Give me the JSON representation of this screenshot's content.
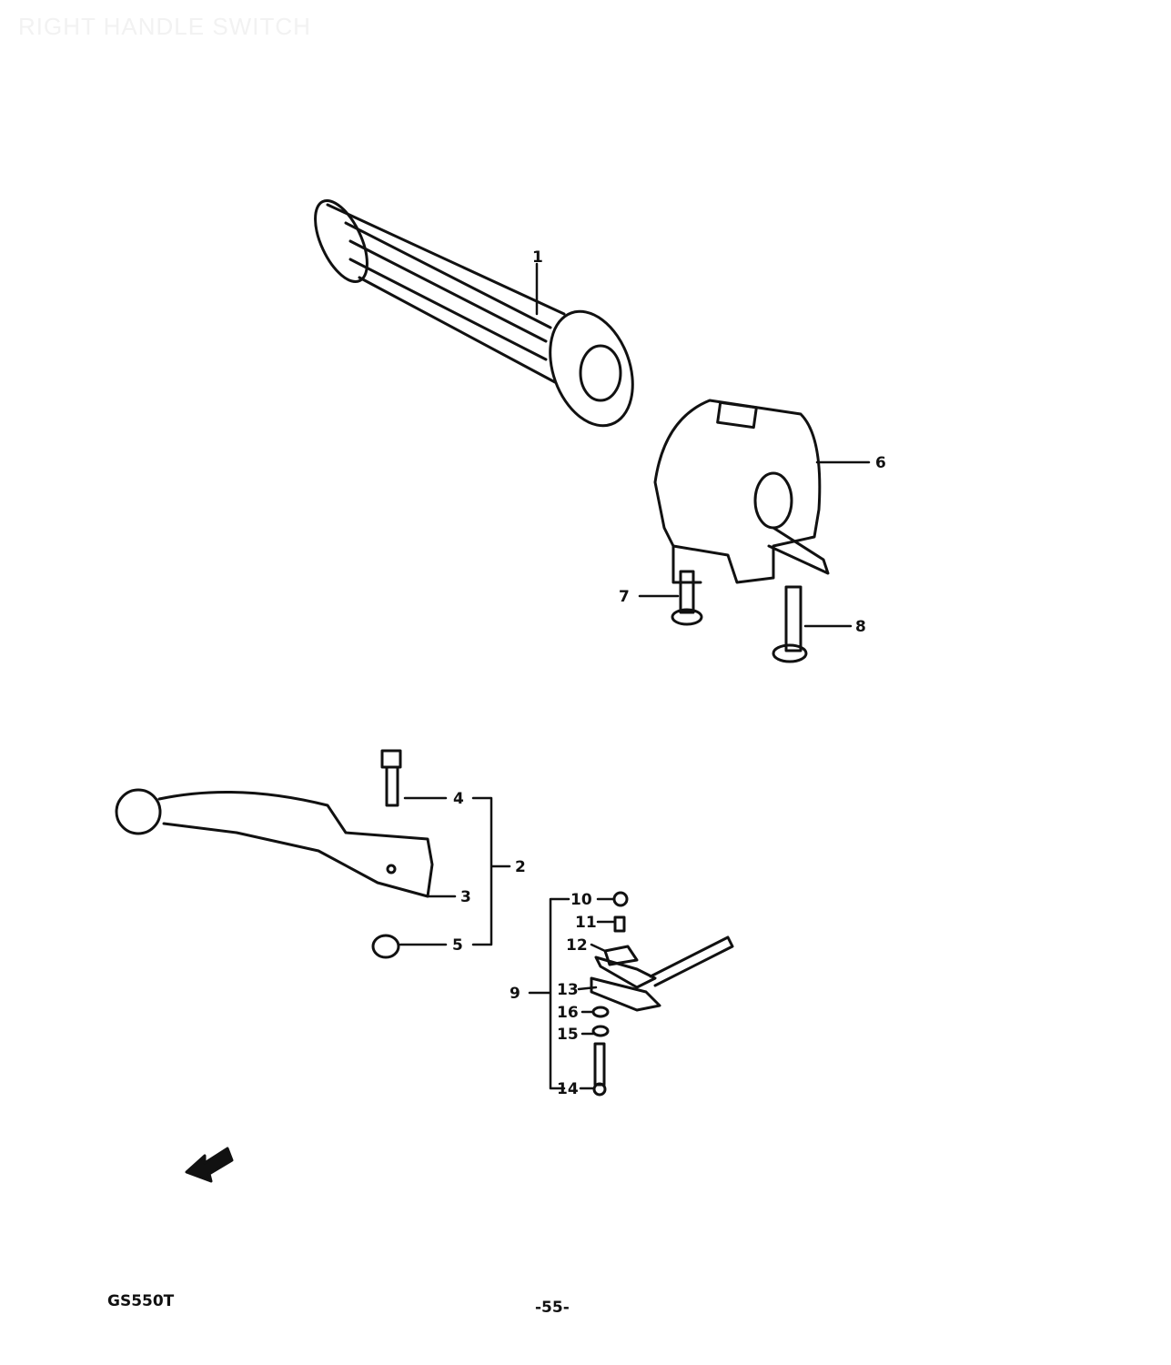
{
  "title": "RIGHT HANDLE SWITCH",
  "callouts": {
    "p1": "1",
    "p2": "2",
    "p3": "3",
    "p4": "4",
    "p5": "5",
    "p6": "6",
    "p7": "7",
    "p8": "8",
    "p9": "9",
    "p10": "10",
    "p11": "11",
    "p12": "12",
    "p13": "13",
    "p14": "14",
    "p15": "15",
    "p16": "16"
  },
  "footer": {
    "model": "GS550T",
    "page": "-55-"
  }
}
